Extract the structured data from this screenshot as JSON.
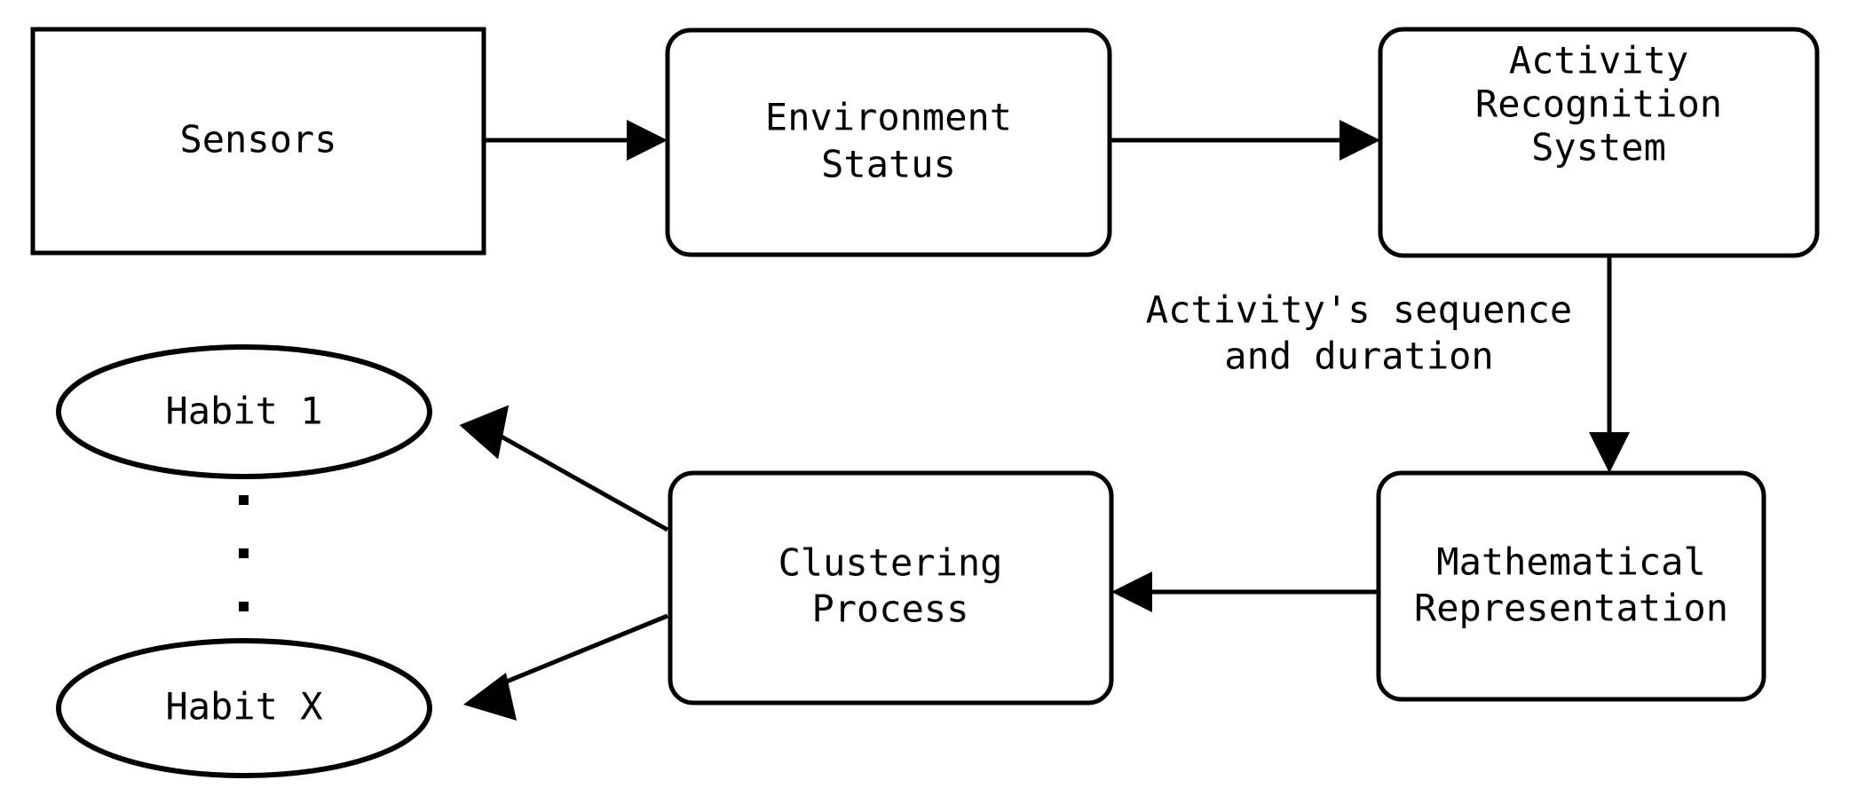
{
  "diagram": {
    "type": "flowchart",
    "title": "",
    "background_color": "#ffffff",
    "stroke_color": "#000000",
    "fill_color": "#ffffff",
    "nodes": [
      {
        "id": "sensors",
        "shape": "rectangle",
        "label": "Sensors",
        "lines": [
          "Sensors"
        ]
      },
      {
        "id": "environment-status",
        "shape": "rounded-rectangle",
        "label": "Environment Status",
        "lines": [
          "Environment",
          "Status"
        ]
      },
      {
        "id": "activity-recognition-system",
        "shape": "rounded-rectangle",
        "label": "Activity Recognition System",
        "lines": [
          "Activity",
          "Recognition",
          "System"
        ]
      },
      {
        "id": "mathematical-representation",
        "shape": "rounded-rectangle",
        "label": "Mathematical Representation",
        "lines": [
          "Mathematical",
          "Representation"
        ]
      },
      {
        "id": "clustering-process",
        "shape": "rounded-rectangle",
        "label": "Clustering Process",
        "lines": [
          "Clustering",
          "Process"
        ]
      },
      {
        "id": "habit-1",
        "shape": "ellipse",
        "label": "Habit 1",
        "lines": [
          "Habit 1"
        ]
      },
      {
        "id": "habit-x",
        "shape": "ellipse",
        "label": "Habit X",
        "lines": [
          "Habit X"
        ]
      }
    ],
    "edges": [
      {
        "id": "sensors-to-environment-status",
        "from": "sensors",
        "to": "environment-status",
        "label": ""
      },
      {
        "id": "environment-status-to-activity-recognition-system",
        "from": "environment-status",
        "to": "activity-recognition-system",
        "label": ""
      },
      {
        "id": "activity-recognition-system-to-mathematical-representation",
        "from": "activity-recognition-system",
        "to": "mathematical-representation",
        "label": "Activity's sequence and duration",
        "label_lines": [
          "Activity's sequence",
          "and duration"
        ]
      },
      {
        "id": "mathematical-representation-to-clustering-process",
        "from": "mathematical-representation",
        "to": "clustering-process",
        "label": ""
      },
      {
        "id": "clustering-process-to-habit-1",
        "from": "clustering-process",
        "to": "habit-1",
        "label": ""
      },
      {
        "id": "clustering-process-to-habit-x",
        "from": "clustering-process",
        "to": "habit-x",
        "label": ""
      }
    ],
    "ellipsis": {
      "id": "habits-ellipsis",
      "symbol": "vertical-dots",
      "count": 3,
      "meaning": "additional habits between Habit 1 and Habit X"
    }
  }
}
